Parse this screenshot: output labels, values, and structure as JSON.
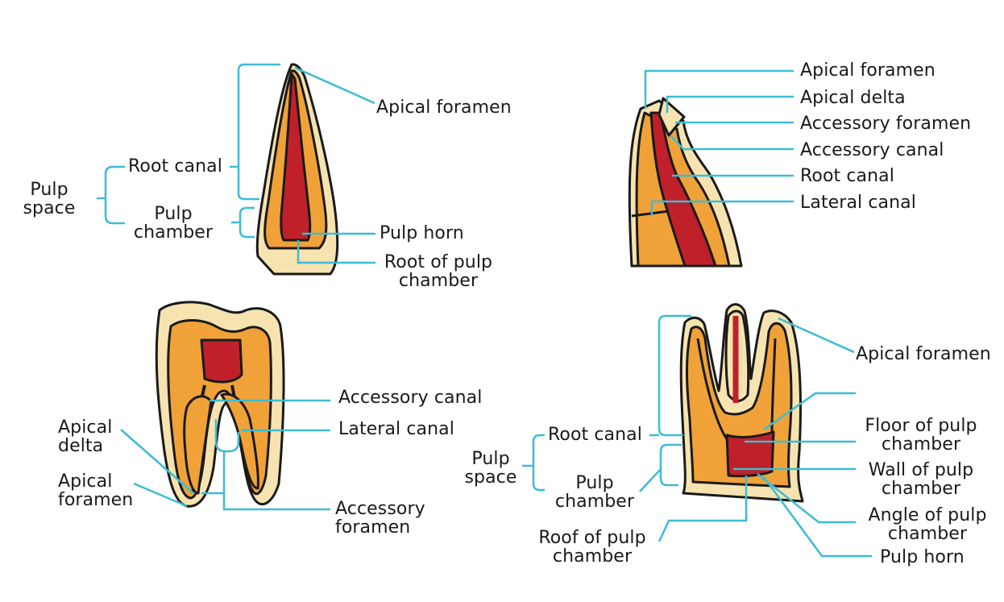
{
  "colors": {
    "leader_line": "#3dbcd4",
    "enamel": "#f6e3b0",
    "dentin": "#f0a238",
    "pulp": "#c0202a",
    "outline": "#1a1a1a"
  },
  "incisor": {
    "apical_foramen": "Apical foramen",
    "root_canal": "Root canal",
    "pulp_space": "Pulp\nspace",
    "pulp_chamber": "Pulp\nchamber",
    "pulp_horn": "Pulp horn",
    "root_of_pulp_chamber": "Root of pulp\nchamber"
  },
  "root_apex": {
    "apical_foramen": "Apical foramen",
    "apical_delta": "Apical delta",
    "accessory_foramen": "Accessory foramen",
    "accessory_canal": "Accessory canal",
    "root_canal": "Root canal",
    "lateral_canal": "Lateral canal"
  },
  "molar": {
    "accessory_canal": "Accessory canal",
    "lateral_canal": "Lateral canal",
    "apical_delta": "Apical\ndelta",
    "apical_foramen": "Apical\nforamen",
    "accessory_foramen": "Accessory\nforamen"
  },
  "multirooted": {
    "apical_foramen": "Apical foramen",
    "floor_of_pulp_chamber": "Floor of pulp\nchamber",
    "root_canal": "Root canal",
    "pulp_space": "Pulp\nspace",
    "pulp_chamber": "Pulp\nchamber",
    "wall_of_pulp_chamber": "Wall of pulp\nchamber",
    "angle_of_pulp_chamber": "Angle of pulp\nchamber",
    "roof_of_pulp_chamber": "Roof of pulp\nchamber",
    "pulp_horn": "Pulp horn"
  }
}
